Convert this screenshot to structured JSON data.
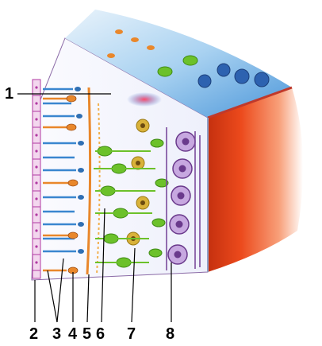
{
  "labels": {
    "l1": "1",
    "l2": "2",
    "l3": "3",
    "l4": "4",
    "l5": "5",
    "l6": "6",
    "l7": "7",
    "l8": "8"
  },
  "colors": {
    "choroid_red": "#e8401e",
    "vitreous_blue": "#3f8fd6",
    "photoreceptor_orange": "#e9872b",
    "photoreceptor_blue": "#3a86cf",
    "bipolar_green": "#6cc12a",
    "horizontal_yellow": "#d9b23a",
    "ganglion_purple": "#7a4a9c",
    "epithelium_magenta": "#b23aa3"
  }
}
